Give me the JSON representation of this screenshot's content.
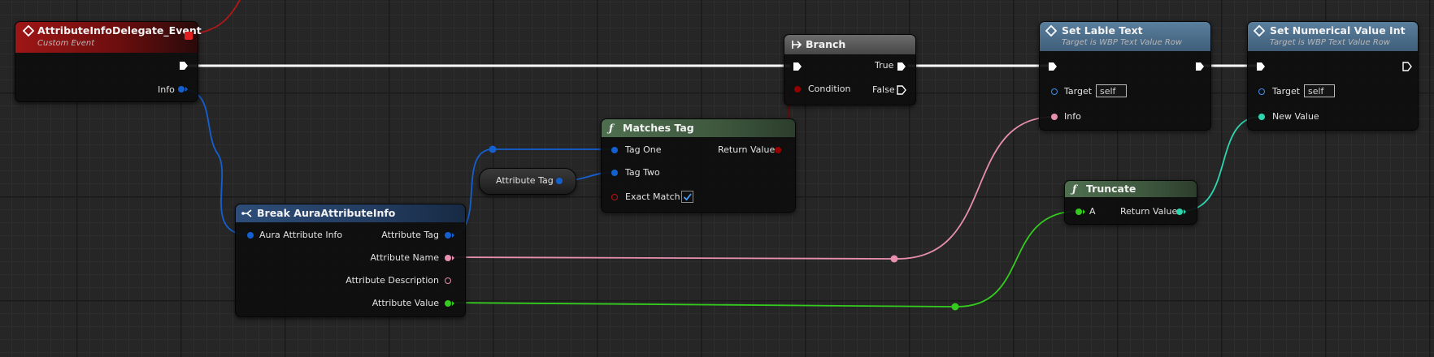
{
  "colors": {
    "exec": "#ffffff",
    "struct": "#1560d0",
    "text": "#e88fb0",
    "float": "#33cc1e",
    "int": "#2ed6b0",
    "bool": "#960000",
    "event_red": "#e02020"
  },
  "event": {
    "title": "AttributeInfoDelegate_Event",
    "subtitle": "Custom Event",
    "info_label": "Info",
    "icon": "event-diamond-icon"
  },
  "branch": {
    "title": "Branch",
    "condition_label": "Condition",
    "true_label": "True",
    "false_label": "False",
    "icon": "branch-icon"
  },
  "matches_tag": {
    "title": "Matches Tag",
    "tag_one_label": "Tag One",
    "tag_two_label": "Tag Two",
    "exact_match_label": "Exact Match",
    "exact_match_checked": true,
    "return_label": "Return Value",
    "icon": "function-icon"
  },
  "attribute_tag_var": {
    "label": "Attribute Tag"
  },
  "break_info": {
    "title": "Break AuraAttributeInfo",
    "input_label": "Aura Attribute Info",
    "outputs": [
      "Attribute Tag",
      "Attribute Name",
      "Attribute Description",
      "Attribute Value"
    ],
    "icon": "break-struct-icon"
  },
  "set_label": {
    "title": "Set Lable Text",
    "subtitle": "Target is WBP Text Value Row",
    "target_label": "Target",
    "target_value": "self",
    "info_label": "Info",
    "icon": "function-diamond-icon"
  },
  "truncate": {
    "title": "Truncate",
    "a_label": "A",
    "return_label": "Return Value",
    "icon": "function-icon"
  },
  "set_numerical": {
    "title": "Set Numerical Value Int",
    "subtitle": "Target is WBP Text Value Row",
    "target_label": "Target",
    "target_value": "self",
    "new_value_label": "New Value",
    "icon": "function-diamond-icon"
  }
}
